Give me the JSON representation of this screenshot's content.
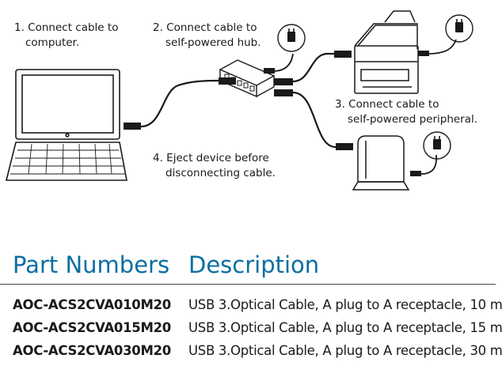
{
  "steps": {
    "step1": {
      "line1": "1. Connect cable to",
      "line2": "computer."
    },
    "step2": {
      "line1": "2. Connect cable to",
      "line2": "self-powered hub."
    },
    "step3": {
      "line1": "3. Connect cable to",
      "line2": "self-powered peripheral."
    },
    "step4": {
      "line1": "4. Eject device before",
      "line2": "disconnecting cable."
    }
  },
  "table": {
    "headers": {
      "part": "Part Numbers",
      "description": "Description"
    },
    "rows": [
      {
        "part": "AOC-ACS2CVA010M20",
        "description": "USB 3.Optical Cable, A plug to A receptacle, 10 m"
      },
      {
        "part": "AOC-ACS2CVA015M20",
        "description": "USB 3.Optical Cable, A plug to A receptacle, 15 m"
      },
      {
        "part": "AOC-ACS2CVA030M20",
        "description": "USB 3.Optical Cable, A plug to A receptacle, 30 m"
      }
    ]
  },
  "colors": {
    "header_blue": "#0b6ea3",
    "line": "#1a1a1a"
  },
  "icons": [
    "laptop-icon",
    "usb-hub-icon",
    "printer-icon",
    "external-drive-icon",
    "power-plug-icon"
  ]
}
